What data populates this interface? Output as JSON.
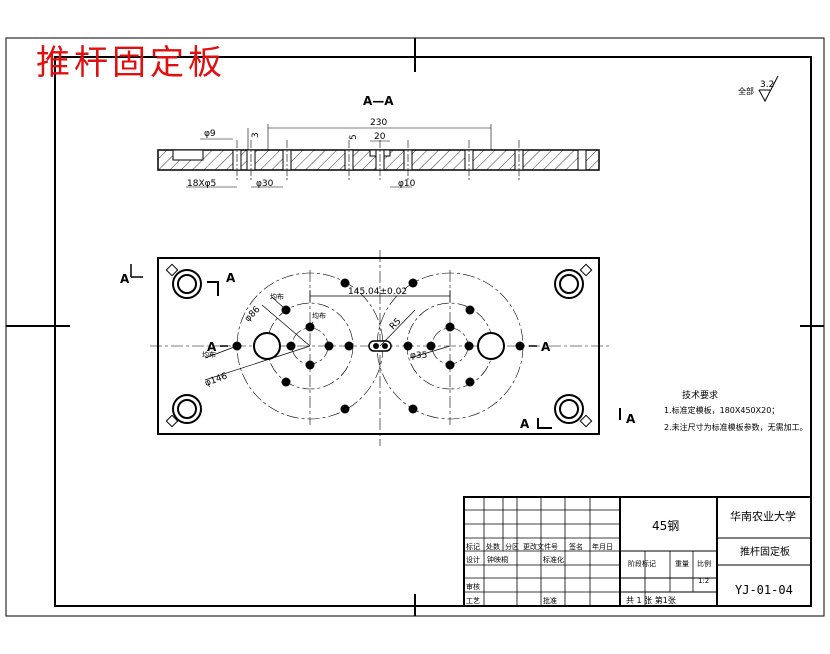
{
  "header_title": "推杆固定板",
  "section_title": "A—A",
  "roughness": {
    "prefix": "全部",
    "value": "3.2"
  },
  "section_dims": {
    "overall_length": "230",
    "hole_dia_left": "φ9",
    "step_depth": "3",
    "slot_depth": "5",
    "slot_width": "20",
    "hole_count_dia": "18Xφ5",
    "counterbore_dia": "φ30",
    "bottom_dia": "φ10"
  },
  "plan_dims": {
    "center_distance": "145.04±0.02",
    "radius": "R5",
    "dia_86": "φ86",
    "dia_146": "φ146",
    "dia_35": "φ35",
    "pattern_note_1": "均布",
    "pattern_note_2": "均布",
    "pattern_note_3": "均布",
    "section_mark": "A"
  },
  "tech_requirements": {
    "title": "技术要求",
    "items": [
      "1.标准定模板，180X450X20；",
      "2.未注尺寸为标准模板参数，无需加工。"
    ]
  },
  "title_block": {
    "material": "45钢",
    "organization": "华南农业大学",
    "part_name": "推杆固定板",
    "drawing_number": "YJ-01-04",
    "revision_headers": [
      "标记",
      "处数",
      "分区",
      "更改文件号",
      "签名",
      "年月日"
    ],
    "design_label": "设计",
    "design_name": "钟映桐",
    "standardization_label": "标准化",
    "stage_mark_label": "阶段标记",
    "weight_label": "重量",
    "scale_label": "比例",
    "scale_value": "1:2",
    "review_label": "审核",
    "process_label": "工艺",
    "approve_label": "批准",
    "sheets": "共 1 张  第1张"
  }
}
